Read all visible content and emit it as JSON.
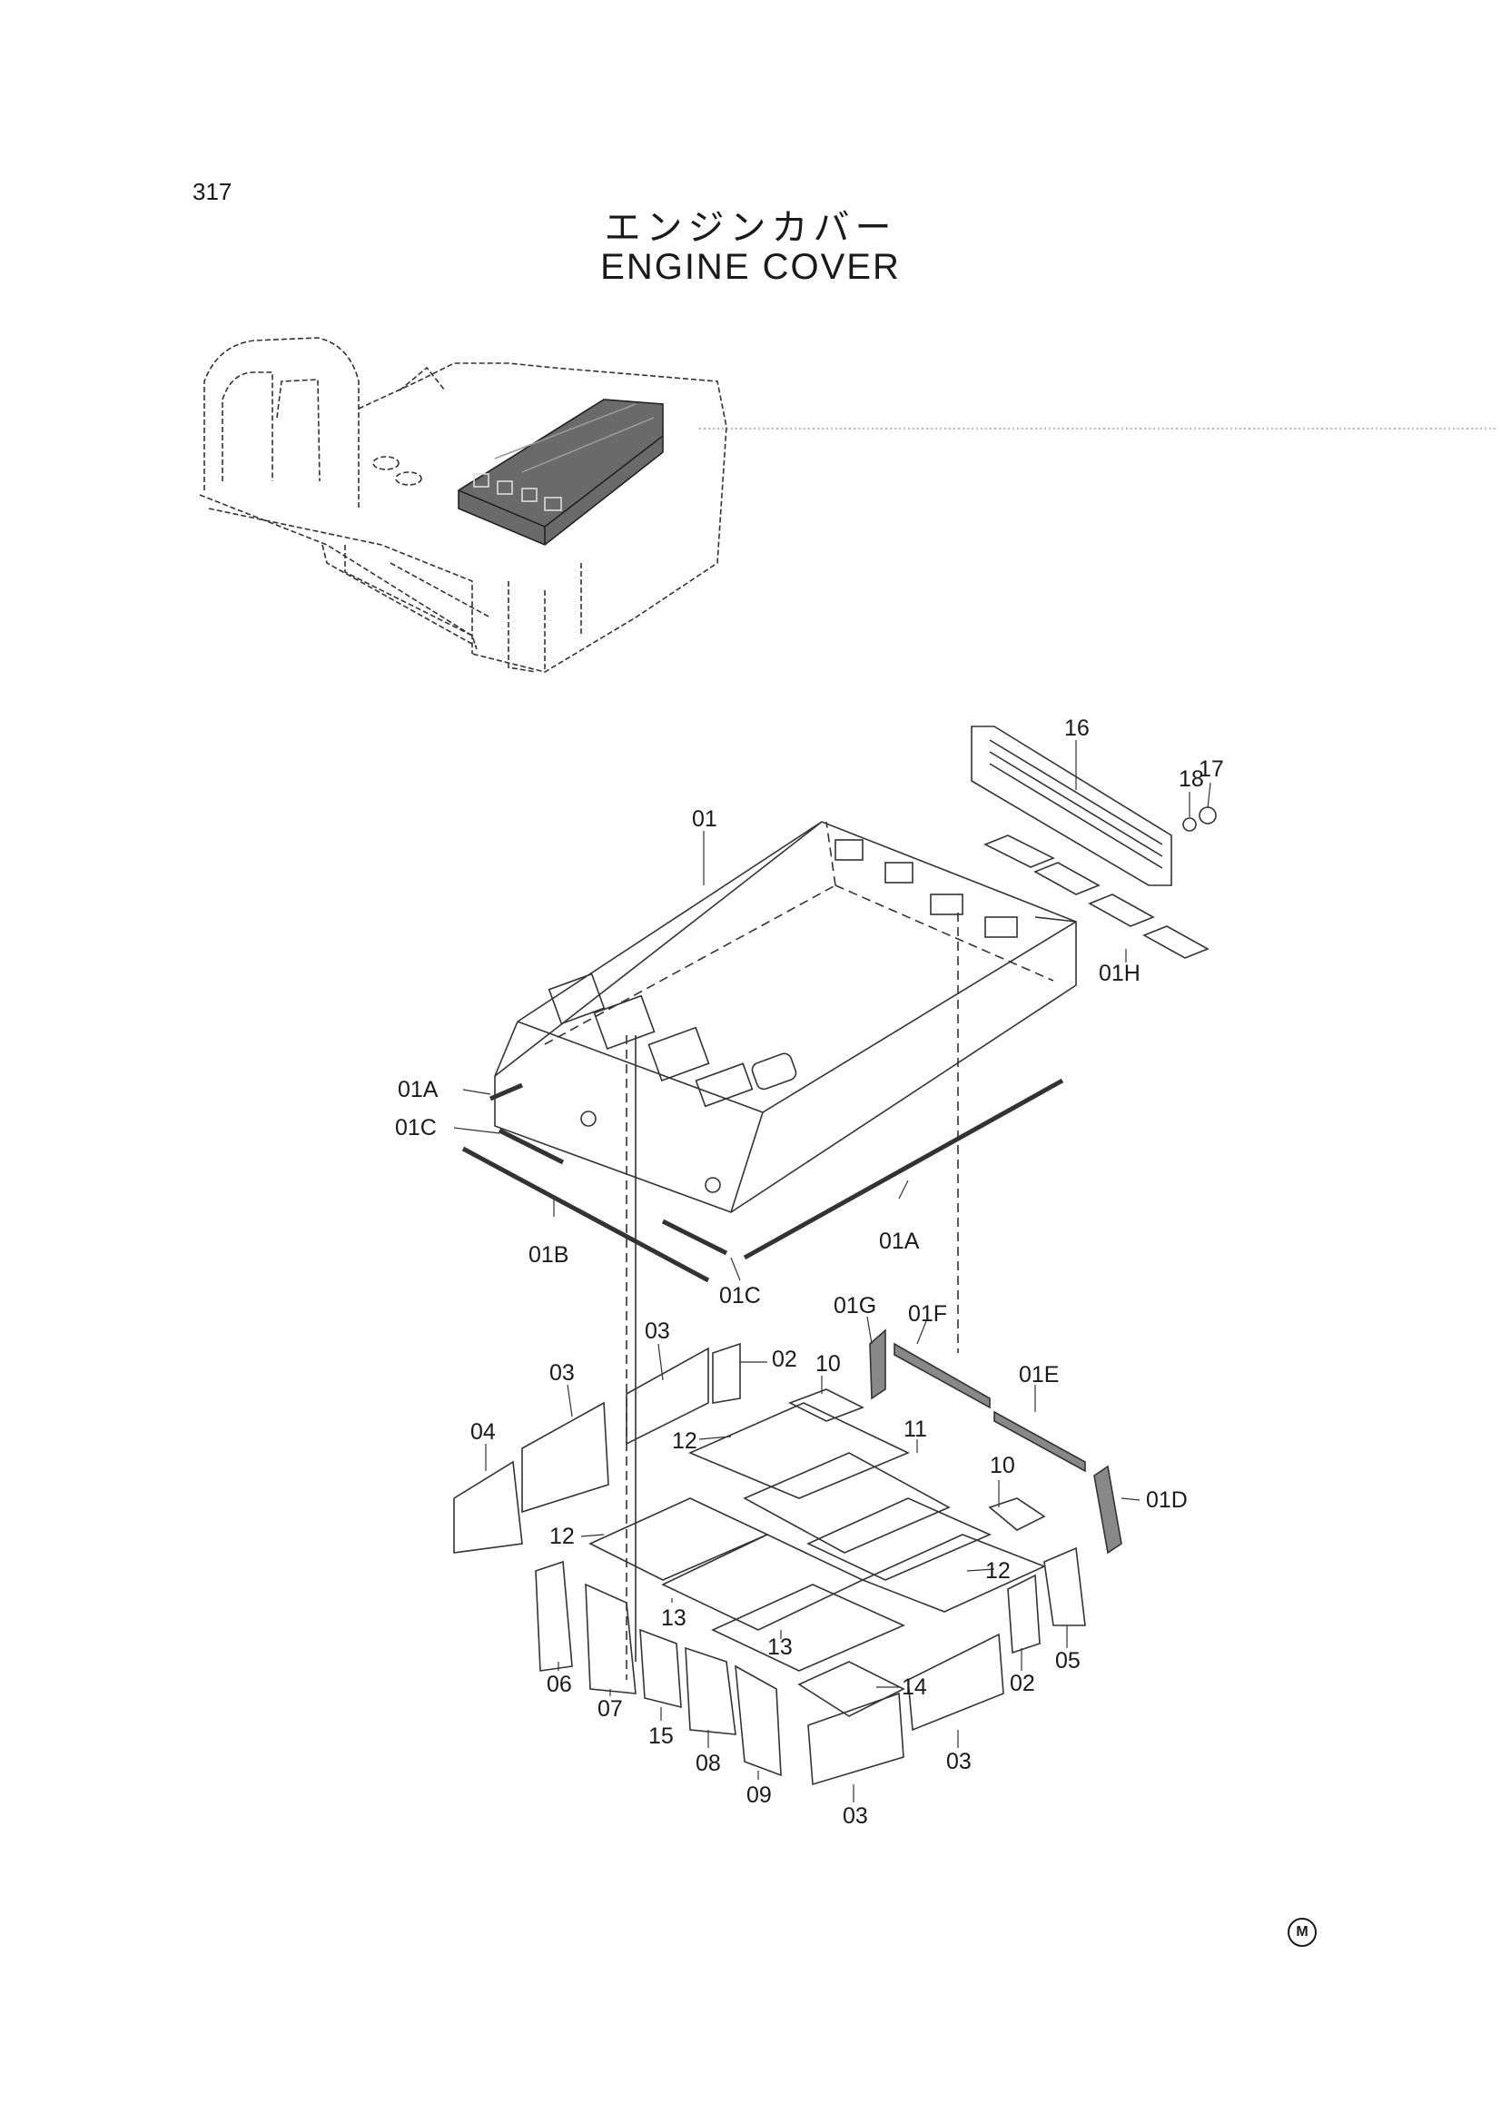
{
  "page_number": "317",
  "title_jp": "エンジンカバー",
  "title_en": "ENGINE COVER",
  "corner_mark": "M",
  "callouts": {
    "p01": "01",
    "p01A_left": "01A",
    "p01A_right": "01A",
    "p01B": "01B",
    "p01C_left": "01C",
    "p01C_bottom": "01C",
    "p01D": "01D",
    "p01E": "01E",
    "p01F": "01F",
    "p01G": "01G",
    "p01H": "01H",
    "p02_top": "02",
    "p02_bottom": "02",
    "p03_a": "03",
    "p03_b": "03",
    "p03_c": "03",
    "p03_d": "03",
    "p04": "04",
    "p05": "05",
    "p06": "06",
    "p07": "07",
    "p08": "08",
    "p09": "09",
    "p10_a": "10",
    "p10_b": "10",
    "p11": "11",
    "p12_a": "12",
    "p12_b": "12",
    "p12_c": "12",
    "p13_a": "13",
    "p13_b": "13",
    "p14": "14",
    "p15": "15",
    "p16": "16",
    "p17": "17",
    "p18": "18"
  }
}
